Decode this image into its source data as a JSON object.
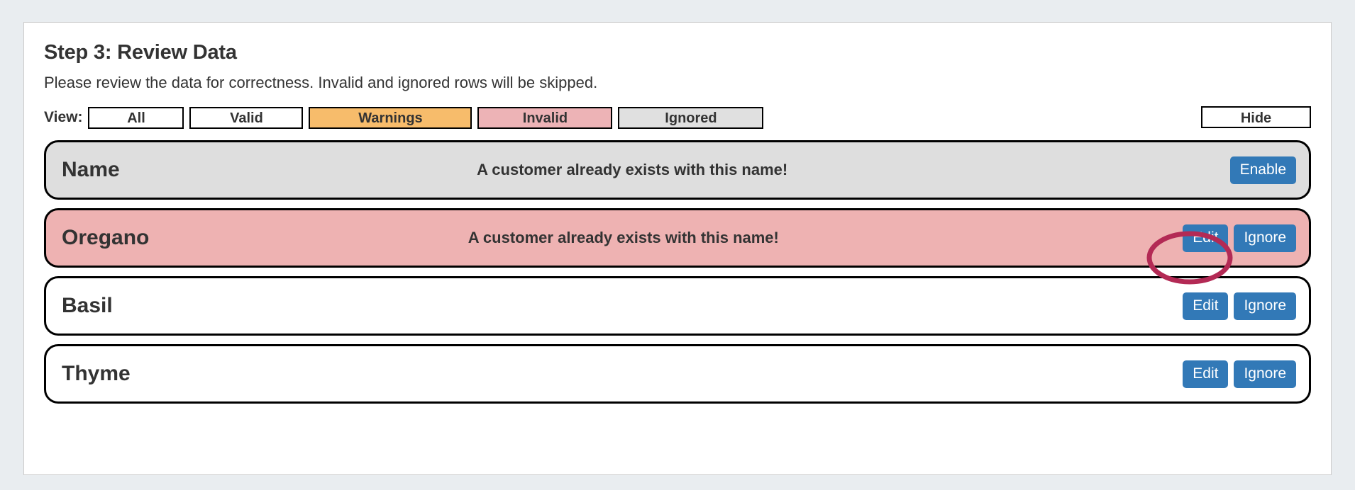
{
  "page": {
    "title": "Step 3: Review Data",
    "subtitle": "Please review the data for correctness. Invalid and ignored rows will be skipped."
  },
  "filter_bar": {
    "label": "View:",
    "buttons": [
      {
        "label": "All",
        "state": "all",
        "color": "#ffffff"
      },
      {
        "label": "Valid",
        "state": "valid",
        "color": "#ffffff"
      },
      {
        "label": "Warnings",
        "state": "warnings",
        "color": "#f7bc6b"
      },
      {
        "label": "Invalid",
        "state": "invalid",
        "color": "#edb3b6"
      },
      {
        "label": "Ignored",
        "state": "ignored",
        "color": "#e0e0e0"
      }
    ],
    "hide_label": "Hide"
  },
  "rows": [
    {
      "name": "Name",
      "message": "A customer already exists with this name!",
      "state": "ignored",
      "background": "#dedede",
      "actions": [
        {
          "label": "Enable"
        }
      ]
    },
    {
      "name": "Oregano",
      "message": "A customer already exists with this name!",
      "state": "invalid",
      "background": "#eeb2b2",
      "actions": [
        {
          "label": "Edit"
        },
        {
          "label": "Ignore"
        }
      ]
    },
    {
      "name": "Basil",
      "message": "",
      "state": "valid",
      "background": "#ffffff",
      "actions": [
        {
          "label": "Edit"
        },
        {
          "label": "Ignore"
        }
      ]
    },
    {
      "name": "Thyme",
      "message": "",
      "state": "valid",
      "background": "#ffffff",
      "actions": [
        {
          "label": "Edit"
        },
        {
          "label": "Ignore"
        }
      ]
    }
  ],
  "annotation": {
    "shape": "ellipse",
    "color": "#b32a55",
    "target": "Edit button on Oregano row"
  },
  "colors": {
    "page_background": "#e9edf0",
    "card_background": "#ffffff",
    "action_button": "#3279b7",
    "text": "#333333",
    "row_border": "#000000"
  }
}
